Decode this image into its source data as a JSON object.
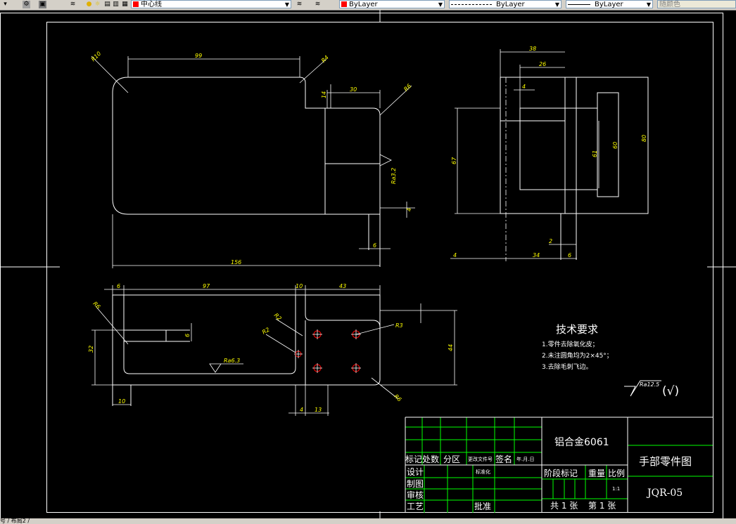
{
  "toolbar": {
    "linetype_layer": "中心线",
    "color": "ByLayer",
    "linetype": "ByLayer",
    "lineweight": "ByLayer",
    "plotstyle": "随颜色"
  },
  "drawing": {
    "dims_top_view": {
      "r10": "R10",
      "d99": "99",
      "r4": "R4",
      "d14": "14",
      "d30": "30",
      "r6": "R6",
      "ra_top": "Ra3.2",
      "d4": "4",
      "d6": "6",
      "d156": "156"
    },
    "dims_side_view": {
      "d38": "38",
      "d26": "26",
      "d4a": "4",
      "d67": "67",
      "d61": "61",
      "d60": "60",
      "d80": "80",
      "d2": "2",
      "d4b": "4",
      "d34": "34",
      "d6": "6"
    },
    "dims_bottom_view": {
      "d6": "6",
      "d97": "97",
      "d10": "10",
      "d43": "43",
      "r6a": "R6",
      "r2a": "R2",
      "r2b": "R2",
      "r3": "R3",
      "d32": "32",
      "d6b": "6",
      "ra": "Ra6.3",
      "d44": "44",
      "d10b": "10",
      "d4": "4",
      "d13": "13",
      "r6b": "R6"
    },
    "requirements": {
      "title": "技术要求",
      "items": [
        "1.零件去除氧化皮；",
        "2.未注圆角均为2×45°；",
        "3.去除毛刺飞边。"
      ],
      "roughness": "Ra12.5",
      "roughness_paren": "(√)"
    }
  },
  "title_block": {
    "material": "铝合金6061",
    "part_name": "手部零件图",
    "drawing_no": "JQR-05",
    "headers": {
      "mark": "标记",
      "count": "处数",
      "zone": "分区",
      "change_doc": "更改文件号",
      "sign": "签名",
      "date": "年.月.日"
    },
    "rows": {
      "design": "设计",
      "standard": "标准化",
      "draw": "制图",
      "check": "审核",
      "process": "工艺",
      "approve": "批准"
    },
    "stage_mark": "阶段标记",
    "weight": "重量",
    "scale": "比例",
    "scale_value": "1:1",
    "sheets": "共 1 张",
    "sheet_no": "第 1 张"
  },
  "status": {
    "text": "号 / 布局2 /"
  }
}
